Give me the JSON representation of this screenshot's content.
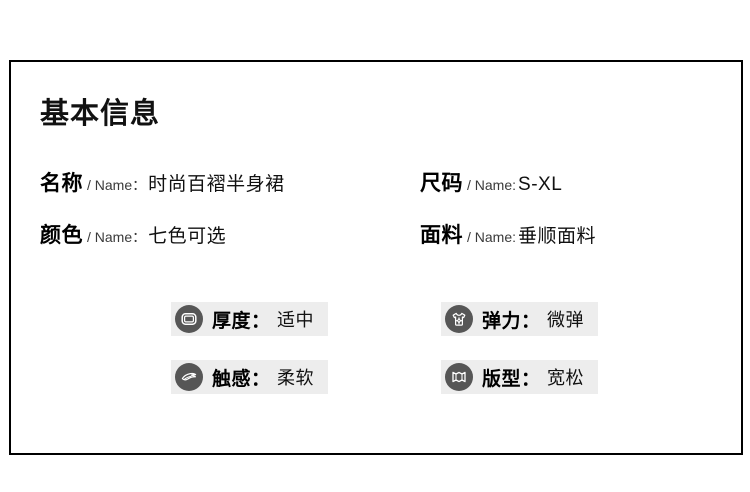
{
  "card": {
    "title": "基本信息",
    "border_color": "#000000",
    "background": "#ffffff"
  },
  "info": {
    "en_separator": "/ Name:",
    "rows": [
      {
        "left": {
          "label_cn": "名称",
          "label_en": "/ Name：",
          "value": "时尚百褶半身裙"
        },
        "right": {
          "label_cn": "尺码",
          "label_en": "/ Name:",
          "value": "S-XL"
        }
      },
      {
        "left": {
          "label_cn": "颜色",
          "label_en": "/ Name：",
          "value": "七色可选"
        },
        "right": {
          "label_cn": "面料",
          "label_en": "/ Name:",
          "value": "垂顺面料"
        }
      }
    ]
  },
  "attributes": {
    "pill_background": "#ededed",
    "icon_background": "#565656",
    "icon_stroke": "#ffffff",
    "rows": [
      {
        "left": {
          "icon": "fabric-thickness-icon",
          "key": "厚度",
          "colon": "：",
          "value": "适中"
        },
        "right": {
          "icon": "tshirt-stretch-icon",
          "key": "弹力",
          "colon": "：",
          "value": "微弹"
        }
      },
      {
        "left": {
          "icon": "folded-cloth-icon",
          "key": "触感",
          "colon": "：",
          "value": "柔软"
        },
        "right": {
          "icon": "folded-map-fit-icon",
          "key": "版型",
          "colon": "：",
          "value": "宽松"
        }
      }
    ]
  }
}
